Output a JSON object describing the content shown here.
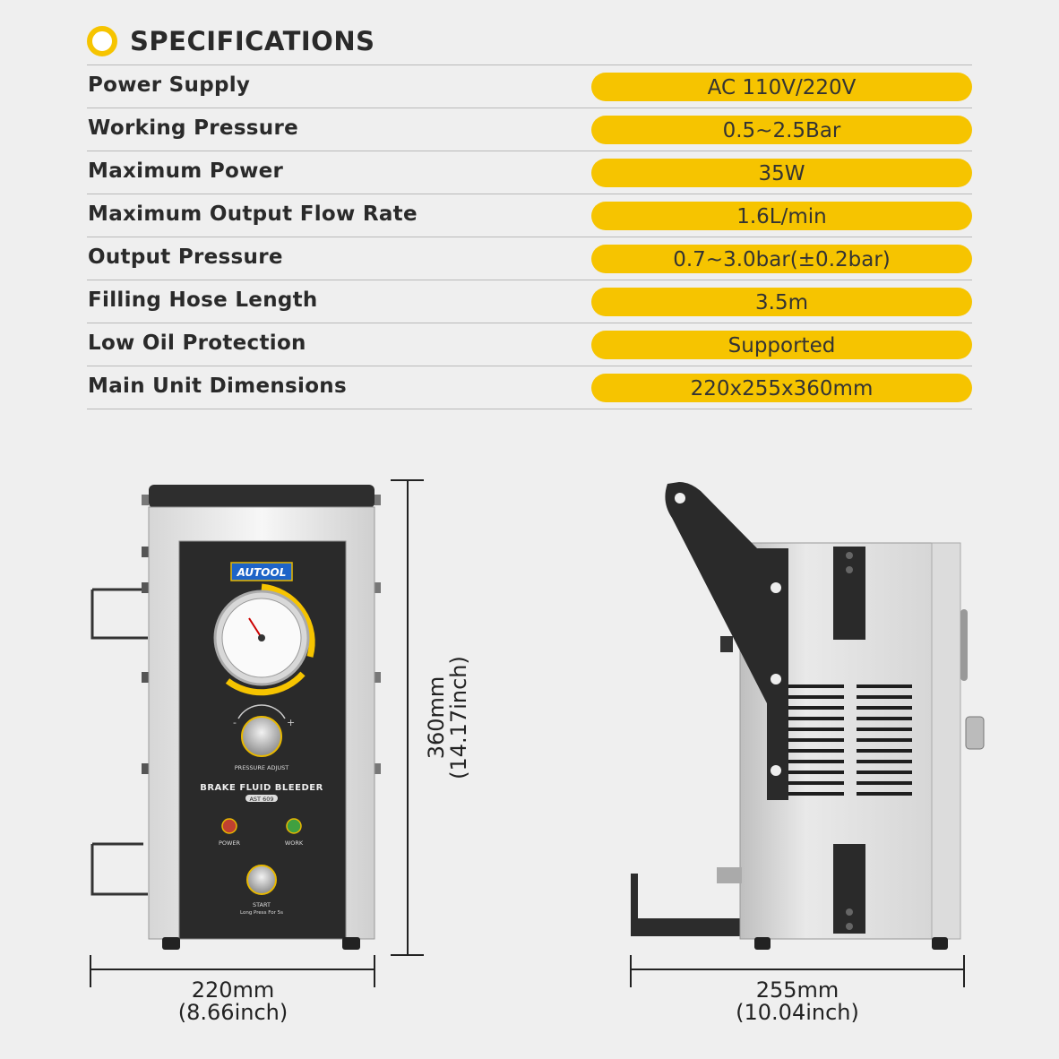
{
  "header": {
    "title": "SPECIFICATIONS",
    "icon": "circle-bullet-icon",
    "accent": "#f6c400"
  },
  "specs": [
    {
      "label": "Power Supply",
      "value": "AC 110V/220V"
    },
    {
      "label": "Working Pressure",
      "value": "0.5~2.5Bar"
    },
    {
      "label": "Maximum Power",
      "value": "35W"
    },
    {
      "label": "Maximum Output Flow Rate",
      "value": "1.6L/min"
    },
    {
      "label": "Output Pressure",
      "value": "0.7~3.0bar(±0.2bar)"
    },
    {
      "label": "Filling Hose Length",
      "value": "3.5m"
    },
    {
      "label": "Low Oil Protection",
      "value": "Supported"
    },
    {
      "label": "Main Unit Dimensions",
      "value": "220x255x360mm"
    }
  ],
  "front_view": {
    "brand": "AUTOOL",
    "product_name": "BRAKE FLUID BLEEDER",
    "model": "AST 609",
    "knob_label": "PRESSURE ADJUST",
    "power_label": "POWER",
    "work_label": "WORK",
    "start_label": "START",
    "start_hint": "Long Press For 5s",
    "knob_minus": "-",
    "knob_plus": "+"
  },
  "dimensions": {
    "width_mm": "220mm",
    "width_in": "(8.66inch)",
    "height_mm": "360mm",
    "height_in": "(14.17inch)",
    "depth_mm": "255mm",
    "depth_in": "(10.04inch)"
  }
}
